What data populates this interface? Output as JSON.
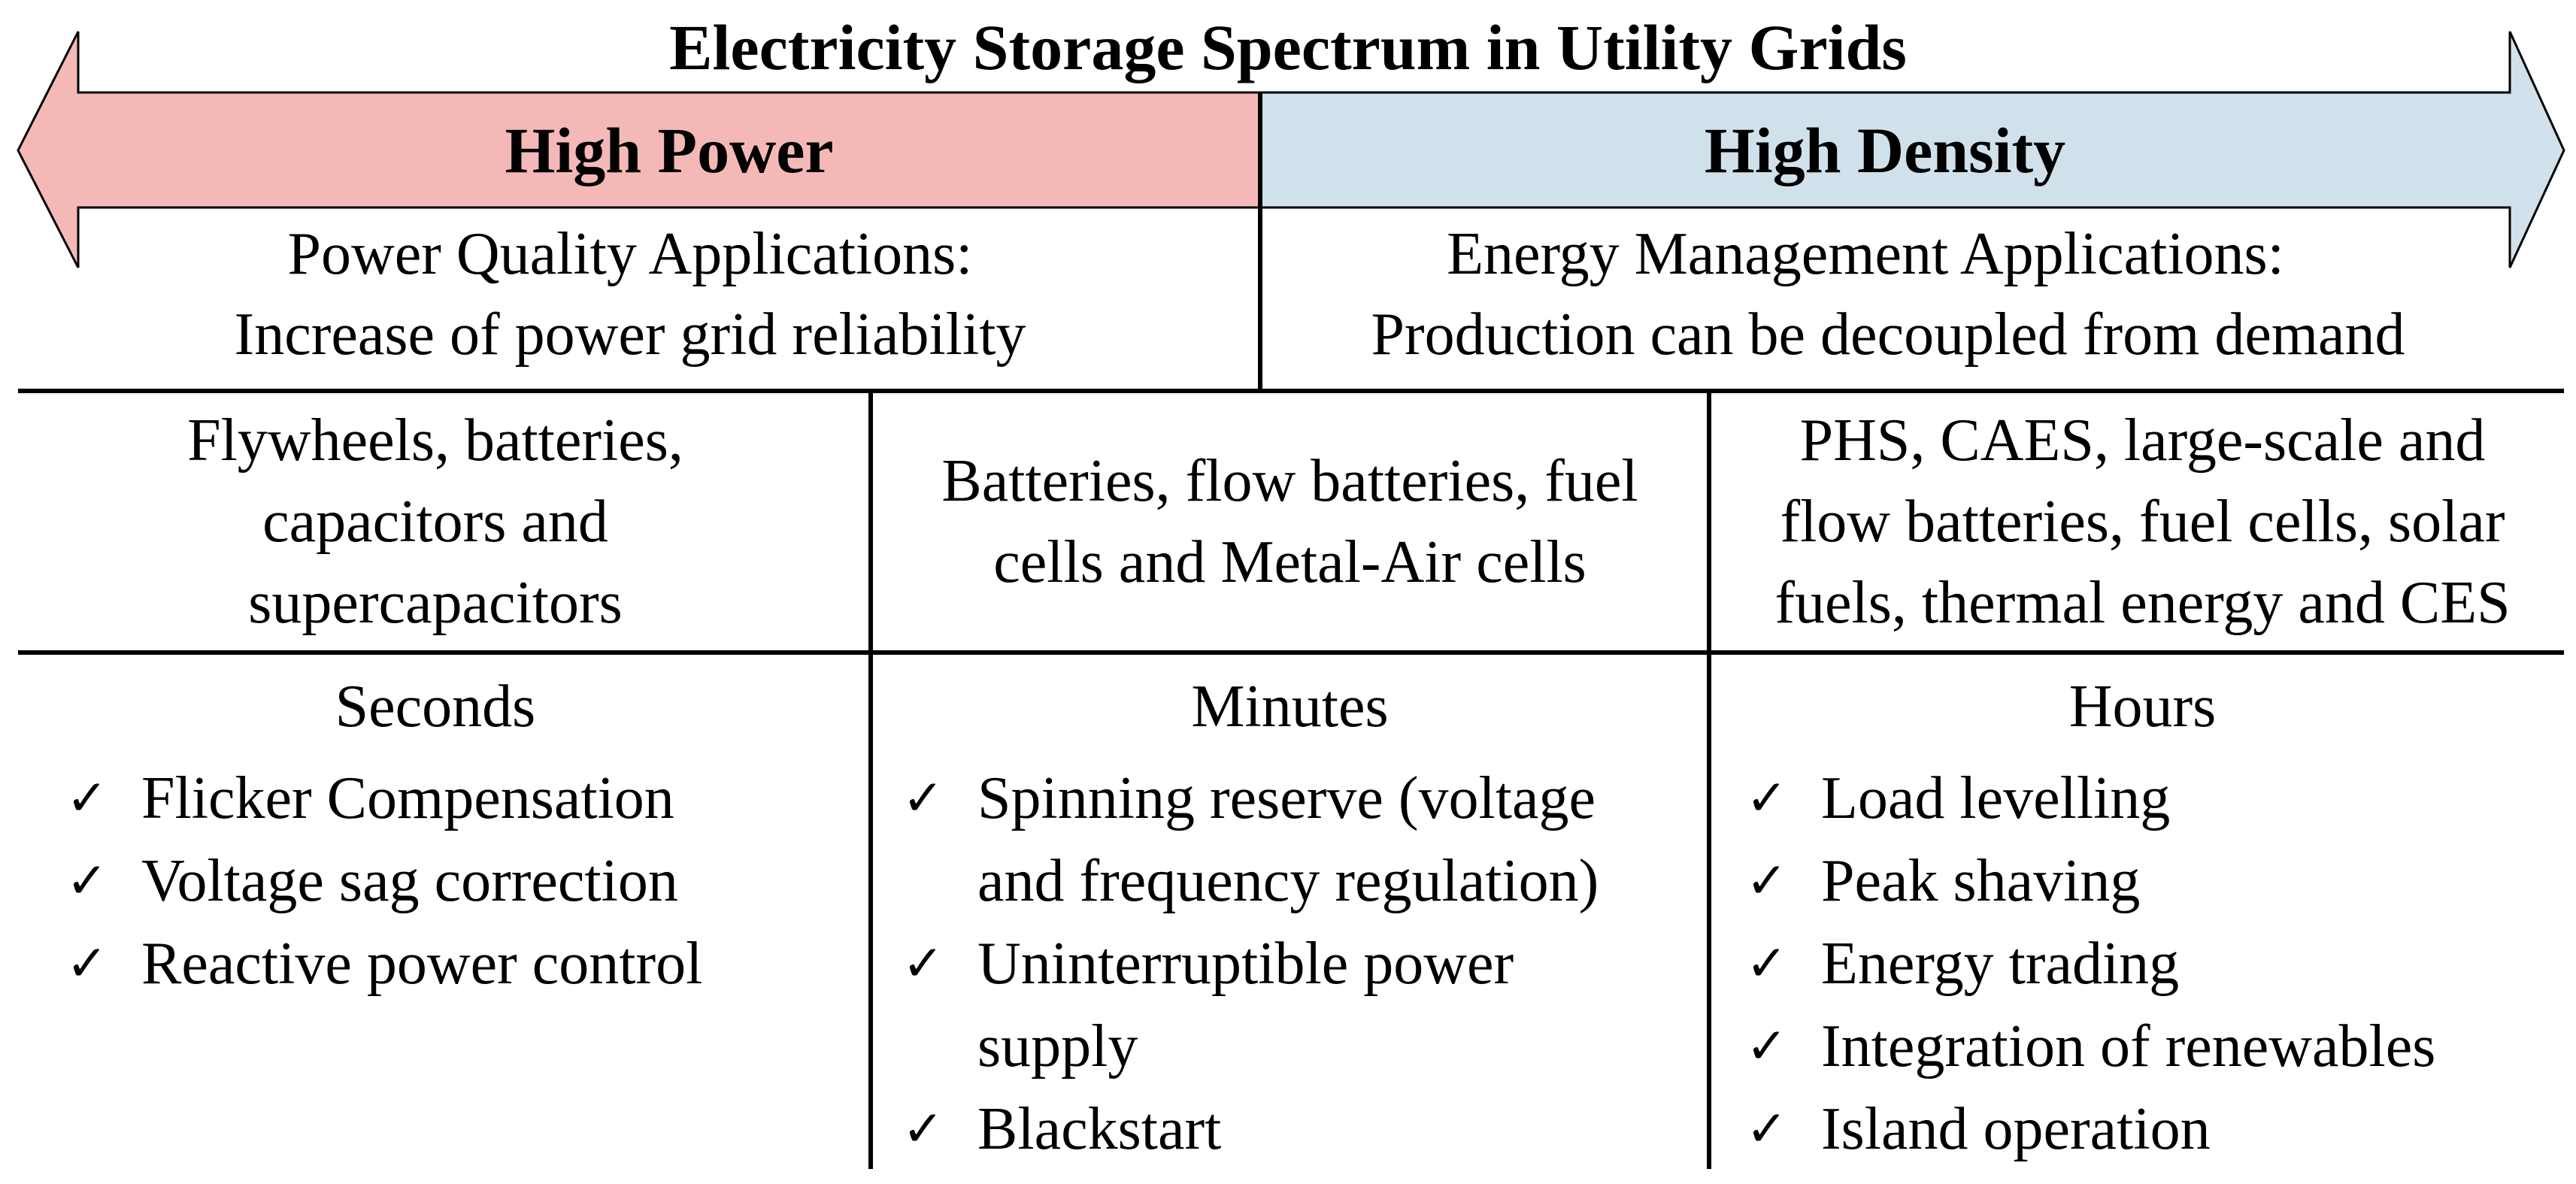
{
  "title": "Electricity Storage Spectrum in Utility Grids",
  "colors": {
    "high_power_fill": "#f4b9b7",
    "high_density_fill": "#d1e1ec",
    "line": "#000000"
  },
  "arrow": {
    "left_label": "High Power",
    "right_label": "High Density"
  },
  "applications": {
    "left": {
      "line1": "Power Quality Applications:",
      "line2": "Increase of power grid reliability"
    },
    "right": {
      "line1": "Energy Management Applications:",
      "line2": "Production can be decoupled from demand"
    }
  },
  "technologies": [
    {
      "lines": [
        "Flywheels, batteries,",
        "capacitors and",
        "supercapacitors"
      ]
    },
    {
      "lines": [
        "Batteries, flow batteries, fuel",
        "cells and Metal-Air cells"
      ]
    },
    {
      "lines": [
        "PHS, CAES, large-scale and",
        "flow batteries, fuel cells, solar",
        "fuels, thermal energy and CES"
      ]
    }
  ],
  "timescales": [
    {
      "label": "Seconds",
      "check_icon": "check-icon",
      "items": [
        [
          "Flicker Compensation"
        ],
        [
          "Voltage sag correction"
        ],
        [
          "Reactive power control"
        ]
      ]
    },
    {
      "label": "Minutes",
      "check_icon": "check-icon",
      "items": [
        [
          "Spinning reserve (voltage",
          "and frequency regulation)"
        ],
        [
          "Uninterruptible power",
          "supply"
        ],
        [
          "Blackstart"
        ]
      ]
    },
    {
      "label": "Hours",
      "check_icon": "check-icon",
      "items": [
        [
          "Load levelling"
        ],
        [
          "Peak shaving"
        ],
        [
          "Energy trading"
        ],
        [
          "Integration of renewables"
        ],
        [
          "Island operation"
        ]
      ]
    }
  ]
}
